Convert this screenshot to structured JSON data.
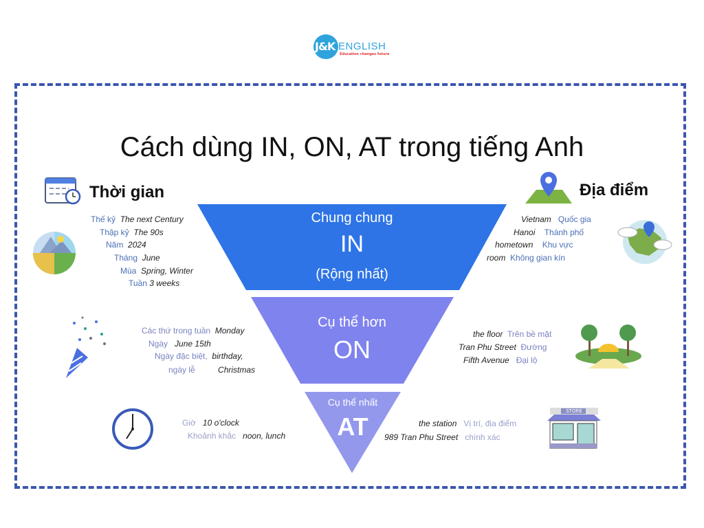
{
  "brand": {
    "logo_mark": "J&K",
    "name": "ENGLISH",
    "tagline": "Education changes future",
    "color": "#2fa3dc"
  },
  "title": "Cách dùng IN, ON, AT trong tiếng Anh",
  "colors": {
    "frame": "#3a56b0",
    "in": "#2e74e6",
    "on": "#7f83ee",
    "at": "#9398ec"
  },
  "sections": {
    "time": "Thời gian",
    "place": "Địa điểm"
  },
  "pyramid": {
    "in": {
      "subtitle": "Chung chung",
      "word": "IN",
      "note": "(Rộng nhất)"
    },
    "on": {
      "subtitle": "Cụ thể hơn",
      "word": "ON"
    },
    "at": {
      "subtitle": "Cụ thể nhất",
      "word": "AT"
    }
  },
  "in_time": [
    {
      "vi": "Thế kỷ",
      "en": "The next Century"
    },
    {
      "vi": "Thập kỷ",
      "en": "The 90s"
    },
    {
      "vi": "Năm",
      "en": "2024"
    },
    {
      "vi": "Tháng",
      "en": "June"
    },
    {
      "vi": "Mùa",
      "en": "Spring, Winter"
    },
    {
      "vi": "Tuần",
      "en": "3 weeks"
    }
  ],
  "in_place": [
    {
      "en": "Vietnam",
      "vi": "Quốc gia"
    },
    {
      "en": "Hanoi",
      "vi": "Thành phố"
    },
    {
      "en": "hometown",
      "vi": "Khu vực"
    },
    {
      "en": "room",
      "vi": "Không gian kín"
    }
  ],
  "on_time": [
    {
      "vi": "Các thứ trong tuần",
      "en": "Monday"
    },
    {
      "vi": "Ngày",
      "en": "June 15th"
    },
    {
      "vi": "Ngày đặc biệt,",
      "en": "birthday,"
    },
    {
      "vi": "ngày lễ",
      "en": "Christmas"
    }
  ],
  "on_place": [
    {
      "en": "the floor",
      "vi": "Trên bề mặt"
    },
    {
      "en": "Tran Phu Street",
      "vi": "Đường"
    },
    {
      "en": "Fifth Avenue",
      "vi": "Đại lộ"
    }
  ],
  "at_time": [
    {
      "vi": "Giờ",
      "en": "10 o'clock"
    },
    {
      "vi": "Khoảnh khắc",
      "en": "noon, lunch"
    }
  ],
  "at_place": [
    {
      "en": "the station",
      "vi": "Vị trí, địa điểm"
    },
    {
      "en": "989 Tran Phu Street",
      "vi": "chính xác"
    }
  ],
  "icons": {
    "store_sign": "STORE"
  }
}
